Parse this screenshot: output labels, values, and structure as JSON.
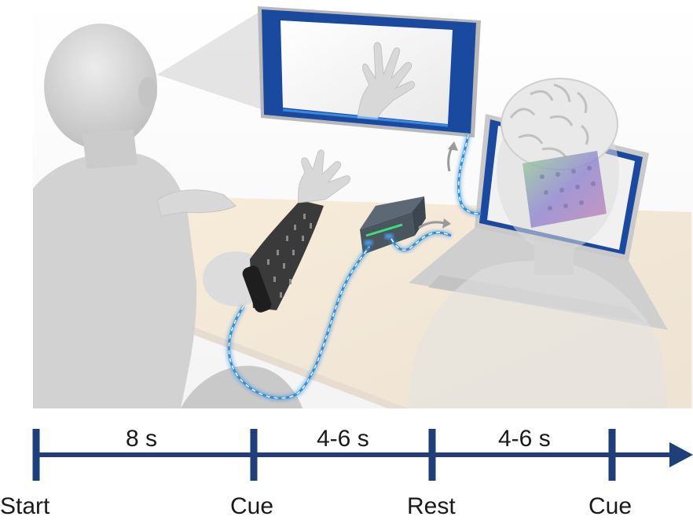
{
  "timeline": {
    "durations": [
      "8 s",
      "4-6 s",
      "4-6 s"
    ],
    "events": [
      "Start",
      "Cue",
      "Rest",
      "Cue"
    ]
  },
  "colors": {
    "axis": "#1f3f7a",
    "cable": "#2f8fe0",
    "screen_frame": "#1a4aa0",
    "figure": "#d4d4d4",
    "sleeve": "#3a3a3a",
    "device_led": "#39e07a"
  }
}
